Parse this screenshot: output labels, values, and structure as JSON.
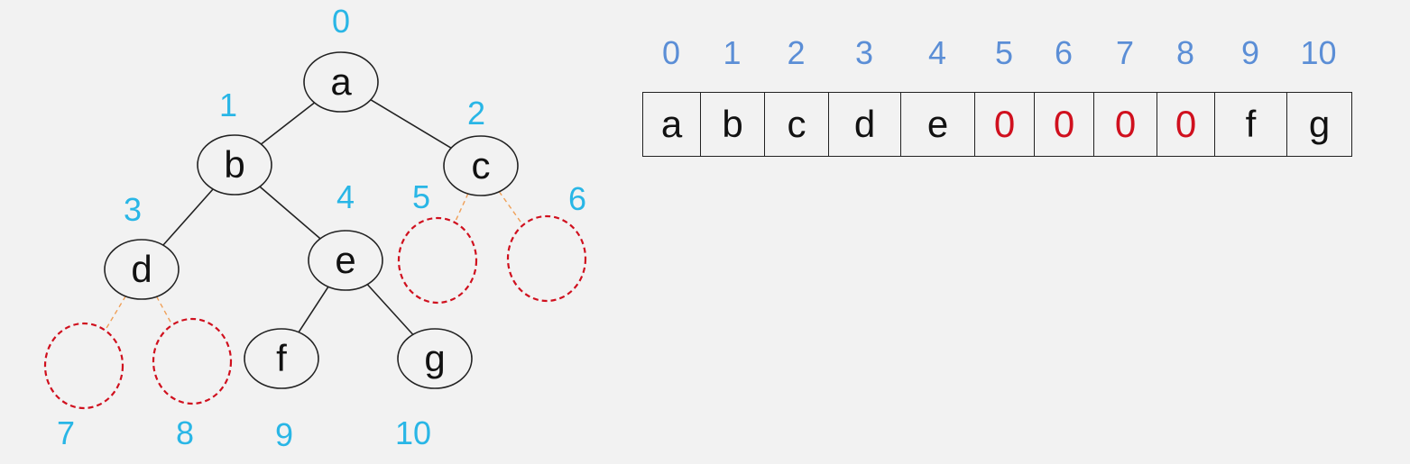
{
  "colors": {
    "index_tree": "#29b6e6",
    "index_array": "#5b8ed6",
    "ghost_circle": "#d0101e",
    "ghost_edge": "#f0a058",
    "empty_value": "#d0101e"
  },
  "tree": {
    "nodes": [
      {
        "id": "a",
        "label": "a",
        "index": "0"
      },
      {
        "id": "b",
        "label": "b",
        "index": "1"
      },
      {
        "id": "c",
        "label": "c",
        "index": "2"
      },
      {
        "id": "d",
        "label": "d",
        "index": "3"
      },
      {
        "id": "e",
        "label": "e",
        "index": "4"
      },
      {
        "id": "f",
        "label": "f",
        "index": "9"
      },
      {
        "id": "g",
        "label": "g",
        "index": "10"
      }
    ],
    "empty_nodes": [
      {
        "id": "n5",
        "index": "5"
      },
      {
        "id": "n6",
        "index": "6"
      },
      {
        "id": "n7",
        "index": "7"
      },
      {
        "id": "n8",
        "index": "8"
      }
    ],
    "edges": [
      [
        "a",
        "b"
      ],
      [
        "a",
        "c"
      ],
      [
        "b",
        "d"
      ],
      [
        "b",
        "e"
      ],
      [
        "e",
        "f"
      ],
      [
        "e",
        "g"
      ]
    ],
    "empty_edges": [
      [
        "c",
        "n5"
      ],
      [
        "c",
        "n6"
      ],
      [
        "d",
        "n7"
      ],
      [
        "d",
        "n8"
      ]
    ]
  },
  "array": {
    "indices": [
      "0",
      "1",
      "2",
      "3",
      "4",
      "5",
      "6",
      "7",
      "8",
      "9",
      "10"
    ],
    "cells": [
      {
        "value": "a",
        "empty": false
      },
      {
        "value": "b",
        "empty": false
      },
      {
        "value": "c",
        "empty": false
      },
      {
        "value": "d",
        "empty": false
      },
      {
        "value": "e",
        "empty": false
      },
      {
        "value": "0",
        "empty": true
      },
      {
        "value": "0",
        "empty": true
      },
      {
        "value": "0",
        "empty": true
      },
      {
        "value": "0",
        "empty": true
      },
      {
        "value": "f",
        "empty": false
      },
      {
        "value": "g",
        "empty": false
      }
    ]
  }
}
